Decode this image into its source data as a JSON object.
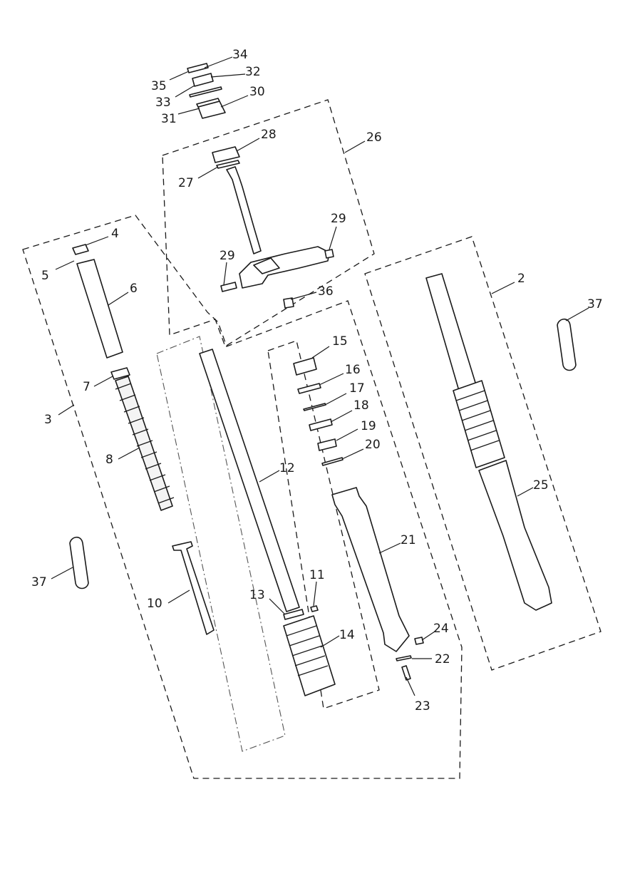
{
  "diagram": {
    "callouts": [
      "2",
      "3",
      "4",
      "5",
      "6",
      "7",
      "8",
      "10",
      "11",
      "12",
      "13",
      "14",
      "15",
      "16",
      "17",
      "18",
      "19",
      "20",
      "21",
      "22",
      "23",
      "24",
      "25",
      "26",
      "27",
      "28",
      "29",
      "29",
      "30",
      "31",
      "32",
      "33",
      "34",
      "35",
      "36",
      "37",
      "37"
    ]
  }
}
